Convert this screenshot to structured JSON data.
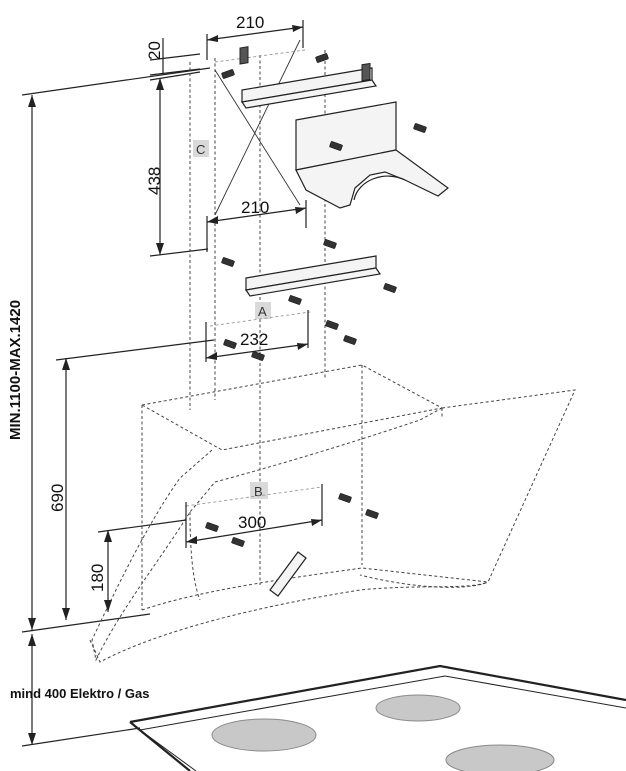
{
  "dimensions": {
    "top_width": "210",
    "top_offset": "20",
    "bracket_height": "438",
    "bracket_width": "210",
    "upper_spacing": "232",
    "overall_vertical": "MIN.1100-MAX.1420",
    "hood_height": "690",
    "lower_spacing": "300",
    "bottom_offset": "180",
    "min_clearance": "mind 400 Elektro / Gas"
  },
  "labels": {
    "a": "A",
    "b": "B",
    "c": "C"
  },
  "colors": {
    "line": "#222222",
    "label_background": "#d9d9d9",
    "burner": "#c8c8c8"
  },
  "icons": [
    "screw-icon",
    "screwdriver-icon",
    "hob-burner-icon"
  ]
}
